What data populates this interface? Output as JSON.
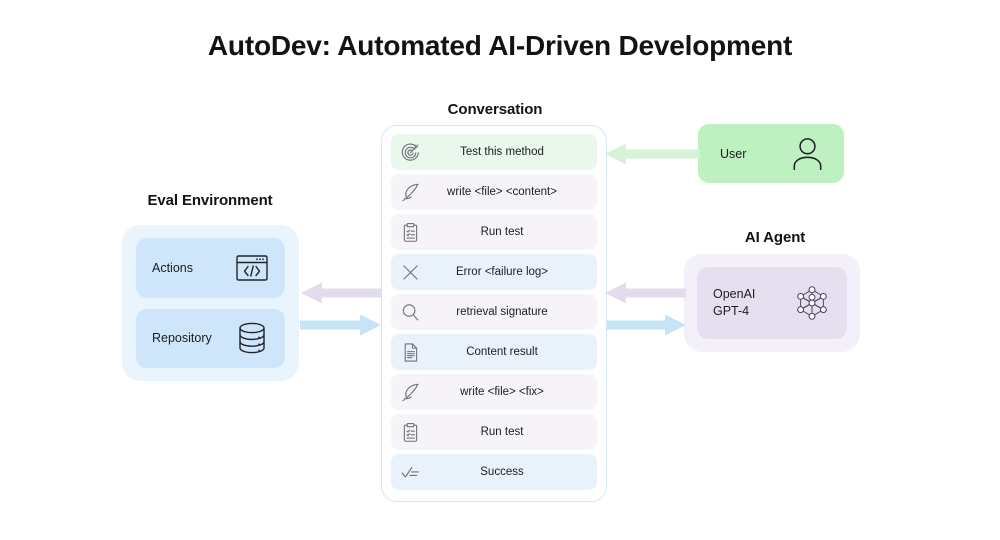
{
  "title": "AutoDev: Automated AI-Driven Development",
  "headings": {
    "eval_environment": "Eval Environment",
    "conversation": "Conversation",
    "ai_agent": "AI Agent"
  },
  "conversation": {
    "rows": [
      {
        "label": "Test this method",
        "icon": "target-icon",
        "role": "user"
      },
      {
        "label": "write <file> <content>",
        "icon": "quill-icon",
        "role": "agent"
      },
      {
        "label": "Run test",
        "icon": "clipboard-icon",
        "role": "agent"
      },
      {
        "label": "Error <failure log>",
        "icon": "close-x-icon",
        "role": "env"
      },
      {
        "label": "retrieval signature",
        "icon": "search-icon",
        "role": "agent"
      },
      {
        "label": "Content result",
        "icon": "document-icon",
        "role": "env"
      },
      {
        "label": "write <file> <fix>",
        "icon": "quill-icon",
        "role": "agent"
      },
      {
        "label": "Run test",
        "icon": "clipboard-icon",
        "role": "agent"
      },
      {
        "label": "Success",
        "icon": "checklist-icon",
        "role": "env"
      }
    ]
  },
  "eval_environment": {
    "cards": [
      {
        "label": "Actions",
        "icon": "code-window-icon"
      },
      {
        "label": "Repository",
        "icon": "database-icon"
      }
    ]
  },
  "ai_agent": {
    "model_label": "OpenAI\nGPT-4",
    "icon": "neural-network-icon"
  },
  "user": {
    "label": "User",
    "icon": "person-icon"
  },
  "colors": {
    "user_row": "#e9f7ec",
    "agent_row": "#f6f3f9",
    "env_row": "#e9f2fb",
    "eval_panel": "#eaf4fd",
    "eval_card": "#cfe5f9",
    "agent_panel": "#f4f0fa",
    "agent_card": "#e6dff0",
    "user_box": "#bff0c2",
    "arrow_green": "#d6f3d8",
    "arrow_purple": "#e2dced",
    "arrow_blue": "#c6e3f8"
  }
}
